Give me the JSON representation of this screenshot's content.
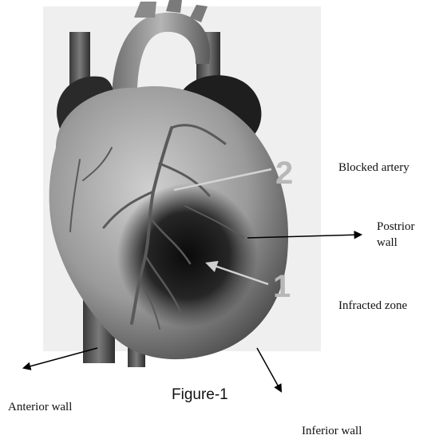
{
  "labels": {
    "blocked_artery": "Blocked artery",
    "posterior_wall": "Postrior wall",
    "infarcted_zone": "Infracted zone",
    "anterior_wall": "Anterior wall",
    "inferior_wall": "Inferior wall"
  },
  "callouts": {
    "one": "1",
    "two": "2"
  },
  "caption": "Figure-1"
}
